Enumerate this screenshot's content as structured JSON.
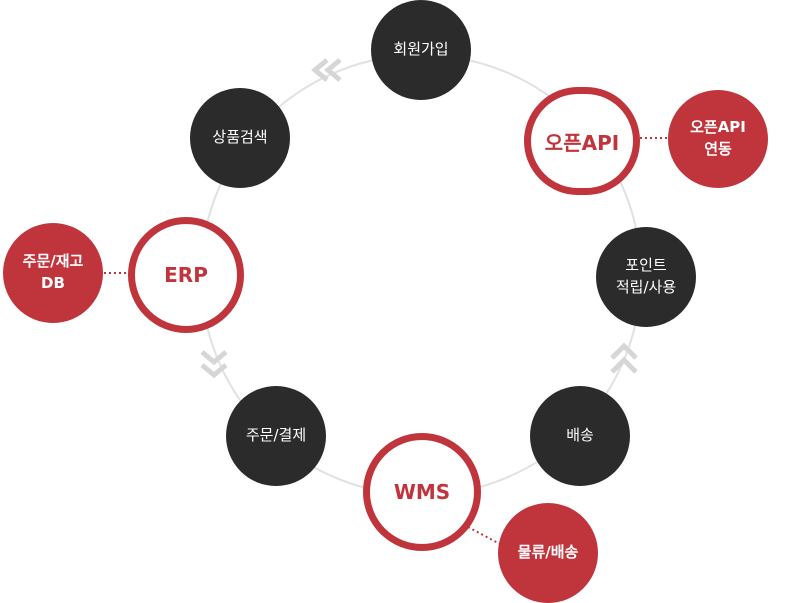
{
  "colors": {
    "dark": "#2b2b2b",
    "accent": "#c0343c",
    "ring_line": "#e1e1e1",
    "chevron": "#d6d6d6"
  },
  "nodes": {
    "signup": "회원가입",
    "product_search": "상품검색",
    "open_api": "오픈API",
    "open_api_link": "오픈API\n연동",
    "erp": "ERP",
    "order_stock_db": "주문/재고\nDB",
    "points": "포인트\n적립/사용",
    "order_payment": "주문/결제",
    "delivery": "배송",
    "wms": "WMS",
    "logistics": "물류/배송"
  }
}
